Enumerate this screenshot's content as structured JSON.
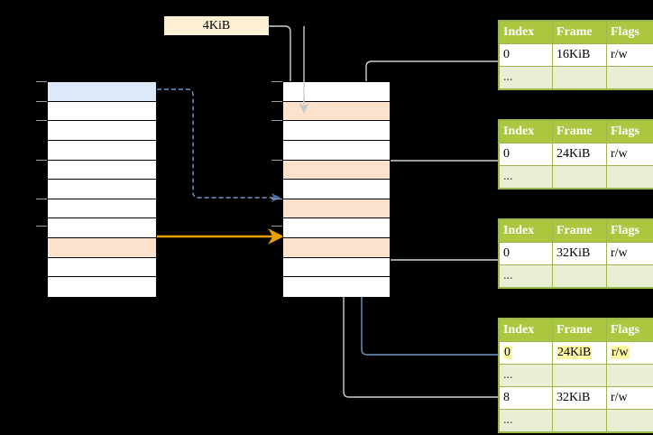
{
  "diagram": {
    "title_chip": {
      "label": "4KiB"
    },
    "colors": {
      "header_green": "#aac73f",
      "row_alt_green": "#e9eed5",
      "border_green": "#9cb84a",
      "highlight_yellow": "#fdf7a4",
      "chip_cream": "#fcefd2",
      "row_blue": "#dce9f9",
      "row_peach": "#fce2cd",
      "arrow_orange": "#e8a200",
      "arrow_blue": "#4472a8",
      "arrow_gray": "#c8c8c8",
      "wire_gray": "#cfcfcf",
      "background": "#000000"
    },
    "left_column": {
      "name": "virtual-address-space",
      "row_count": 11,
      "rows": [
        {
          "fill": "blue"
        },
        {
          "fill": "white"
        },
        {
          "fill": "white"
        },
        {
          "fill": "white"
        },
        {
          "fill": "white"
        },
        {
          "fill": "white"
        },
        {
          "fill": "white"
        },
        {
          "fill": "white"
        },
        {
          "fill": "peach"
        },
        {
          "fill": "white"
        },
        {
          "fill": "white"
        }
      ]
    },
    "middle_column": {
      "name": "physical-memory",
      "row_count": 11,
      "rows": [
        {
          "fill": "white"
        },
        {
          "fill": "peach"
        },
        {
          "fill": "white"
        },
        {
          "fill": "white"
        },
        {
          "fill": "peach"
        },
        {
          "fill": "white"
        },
        {
          "fill": "peach"
        },
        {
          "fill": "white"
        },
        {
          "fill": "peach"
        },
        {
          "fill": "white"
        },
        {
          "fill": "white"
        }
      ]
    },
    "page_tables": [
      {
        "name": "page-table-level-1",
        "headers": [
          "Index",
          "Frame",
          "Flags"
        ],
        "rows": [
          {
            "style": "plain",
            "cells": [
              "0",
              "16KiB",
              "r/w"
            ],
            "highlight": [
              false,
              false,
              false
            ]
          },
          {
            "style": "alt",
            "cells": [
              "...",
              "",
              ""
            ],
            "highlight": [
              false,
              false,
              false
            ]
          }
        ]
      },
      {
        "name": "page-table-level-2",
        "headers": [
          "Index",
          "Frame",
          "Flags"
        ],
        "rows": [
          {
            "style": "plain",
            "cells": [
              "0",
              "24KiB",
              "r/w"
            ],
            "highlight": [
              false,
              false,
              false
            ]
          },
          {
            "style": "alt",
            "cells": [
              "...",
              "",
              ""
            ],
            "highlight": [
              false,
              false,
              false
            ]
          }
        ]
      },
      {
        "name": "page-table-level-3",
        "headers": [
          "Index",
          "Frame",
          "Flags"
        ],
        "rows": [
          {
            "style": "plain",
            "cells": [
              "0",
              "32KiB",
              "r/w"
            ],
            "highlight": [
              false,
              false,
              false
            ]
          },
          {
            "style": "alt",
            "cells": [
              "...",
              "",
              ""
            ],
            "highlight": [
              false,
              false,
              false
            ]
          }
        ]
      },
      {
        "name": "page-table-level-4",
        "headers": [
          "Index",
          "Frame",
          "Flags"
        ],
        "rows": [
          {
            "style": "plain",
            "cells": [
              "0",
              "24KiB",
              "r/w"
            ],
            "highlight": [
              true,
              true,
              true
            ]
          },
          {
            "style": "alt",
            "cells": [
              "...",
              "",
              ""
            ],
            "highlight": [
              false,
              false,
              false
            ]
          },
          {
            "style": "plain",
            "cells": [
              "8",
              "32KiB",
              "r/w"
            ],
            "highlight": [
              false,
              false,
              false
            ]
          },
          {
            "style": "alt",
            "cells": [
              "...",
              "",
              ""
            ],
            "highlight": [
              false,
              false,
              false
            ]
          }
        ]
      }
    ]
  }
}
